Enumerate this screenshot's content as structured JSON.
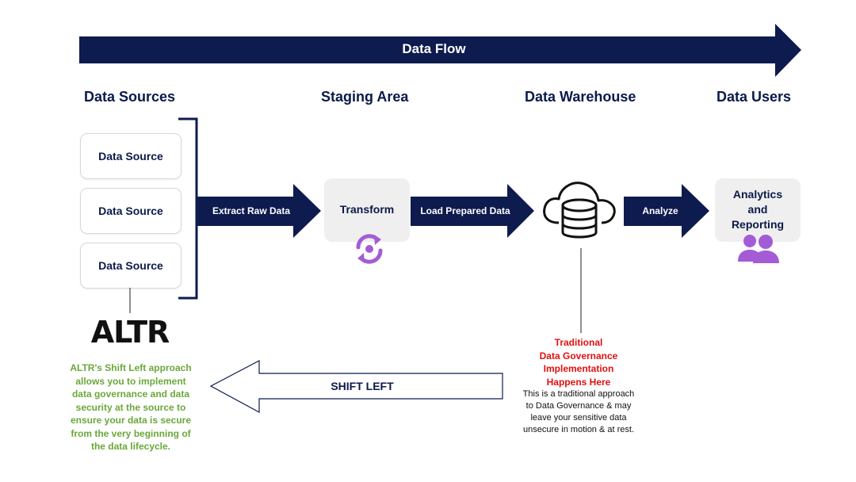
{
  "header": {
    "flow_label": "Data Flow"
  },
  "columns": {
    "sources": "Data Sources",
    "staging": "Staging Area",
    "warehouse": "Data Warehouse",
    "users": "Data Users"
  },
  "sources": [
    "Data Source",
    "Data Source",
    "Data Source"
  ],
  "arrows": {
    "extract": "Extract Raw Data",
    "load": "Load Prepared Data",
    "analyze": "Analyze"
  },
  "stages": {
    "transform": "Transform",
    "analytics_line1": "Analytics",
    "analytics_line2": "and",
    "analytics_line3": "Reporting"
  },
  "altr": {
    "logo": "ALTR",
    "description": [
      "ALTR's Shift Left approach",
      "allows you to implement",
      "data governance and data",
      "security at the source to",
      "ensure your data is secure",
      "from the very beginning of",
      "the data lifecycle."
    ]
  },
  "shift_left": {
    "label": "SHIFT LEFT"
  },
  "traditional": {
    "headline": [
      "Traditional",
      "Data Governance",
      "Implementation",
      "Happens Here"
    ],
    "description": [
      "This is a traditional approach",
      "to Data Governance & may",
      "leave your sensitive data",
      "unsecure in motion & at rest."
    ]
  },
  "colors": {
    "navy": "#0d1b4f",
    "purple": "#a35cd6",
    "green": "#6aa83a",
    "red": "#e01010"
  },
  "icons": {
    "transform": "refresh-cycle-icon",
    "warehouse": "cloud-database-icon",
    "users": "users-group-icon"
  }
}
